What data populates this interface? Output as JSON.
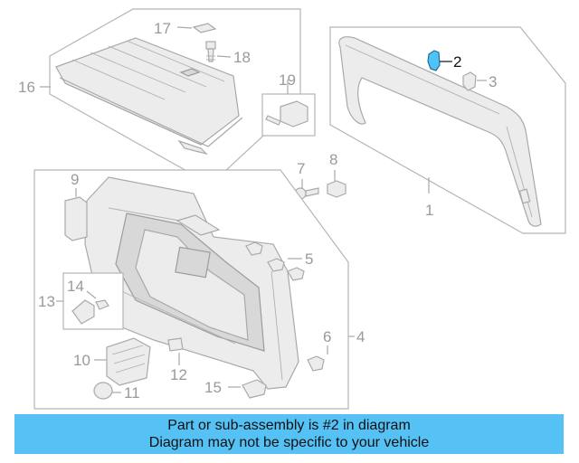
{
  "diagram": {
    "callouts": {
      "c1": "1",
      "c2": "2",
      "c3": "3",
      "c4": "4",
      "c5": "5",
      "c6": "6",
      "c7": "7",
      "c8": "8",
      "c9": "9",
      "c10": "10",
      "c11": "11",
      "c12": "12",
      "c13": "13",
      "c14": "14",
      "c15": "15",
      "c16": "16",
      "c17": "17",
      "c18": "18",
      "c19": "19"
    },
    "highlighted_part": "2",
    "colors": {
      "highlight": "#4fc3f7",
      "banner": "#55c1f4",
      "lines": "#a8a8a8"
    }
  },
  "banner": {
    "line1": "Part or sub-assembly is #2 in diagram",
    "line2": "Diagram may not be specific to your vehicle"
  }
}
